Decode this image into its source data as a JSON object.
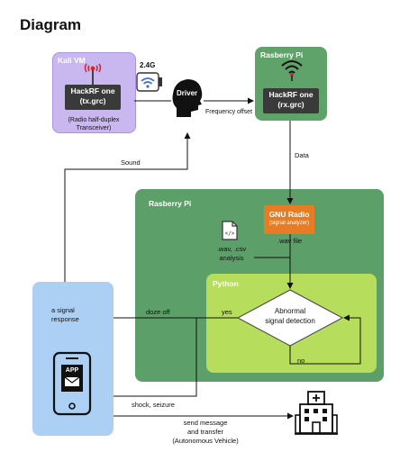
{
  "title": "Diagram",
  "kali": {
    "name": "Kali VM",
    "device": "HackRF one",
    "file": "(tx.grc)",
    "caption_line1": "(Radio half-duplex",
    "caption_line2": "Transceiver)"
  },
  "wifi_band": "2.4G",
  "driver": "Driver",
  "frequency_offset": "Frequency offset",
  "rpi_top": {
    "name": "Rasberry Pi",
    "device": "HackRF one",
    "file": "(rx.grc)"
  },
  "data_label": "Data",
  "sound_label": "Sound",
  "rpi_main": {
    "name": "Rasberry Pi"
  },
  "gnu": {
    "name": "GNU Radio",
    "sub": "(signal analyzer)"
  },
  "wav_file": ".wav file",
  "analysis_line1": ".wav, .csv",
  "analysis_line2": "analysis",
  "python": "Python",
  "decision_line1": "Abnormal",
  "decision_line2": "signal detection",
  "yes": "yes",
  "no": "no",
  "doze_off": "doze off",
  "signal_response_line1": "a signal",
  "signal_response_line2": "response",
  "app": "APP",
  "shock": "shock, seizure",
  "send_line1": "send message",
  "send_line2": "and transfer",
  "send_line3": "(Autonomous Vehicle)",
  "colors": {
    "kali": "#c9b8f0",
    "rpi": "#5d9f68",
    "python": "#b7dd5c",
    "phone_panel": "#acd0f4",
    "gnu": "#e67d24",
    "antenna": "#d9242a"
  }
}
